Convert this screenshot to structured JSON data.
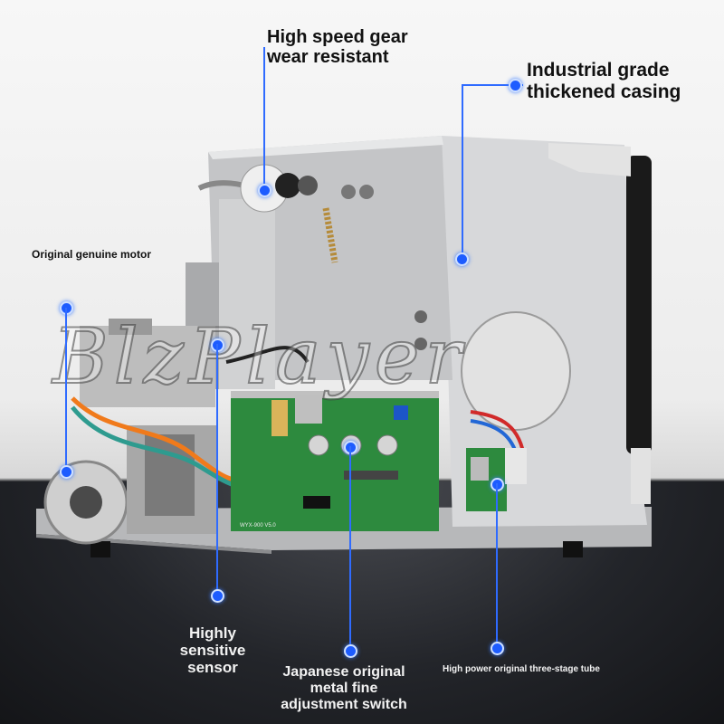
{
  "labels": {
    "gear": "High speed gear wear resistant",
    "gear_line1": "High speed gear",
    "gear_line2": "wear resistant",
    "casing_line1": "Industrial grade",
    "casing_line2": "thickened casing",
    "motor": "Original genuine motor",
    "sensor_line1": "Highly",
    "sensor_line2": "sensitive",
    "sensor_line3": "sensor",
    "switch_line1": "Japanese original",
    "switch_line2": "metal fine",
    "switch_line3": "adjustment switch",
    "tube": "High power original three-stage tube"
  },
  "watermark": "BlzPlayer",
  "pcb_label": "WYX-900 V5.0",
  "colors": {
    "accent_blue": "#1d5cff",
    "pcb_green": "#2d8a3e",
    "casing": "#c9cacc",
    "floor": "#1c1d20"
  }
}
